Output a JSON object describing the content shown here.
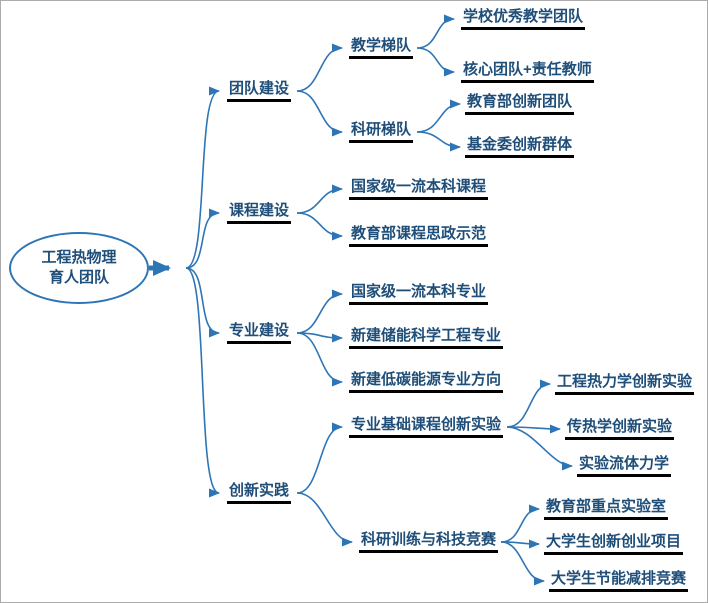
{
  "diagram": {
    "root": {
      "line1": "工程热物理",
      "line2": "育人团队"
    },
    "branches": [
      {
        "label": "团队建设",
        "children": [
          {
            "label": "教学梯队",
            "children": [
              {
                "label": "学校优秀教学团队"
              },
              {
                "label": "核心团队+责任教师"
              }
            ]
          },
          {
            "label": "科研梯队",
            "children": [
              {
                "label": "教育部创新团队"
              },
              {
                "label": "基金委创新群体"
              }
            ]
          }
        ]
      },
      {
        "label": "课程建设",
        "children": [
          {
            "label": "国家级一流本科课程"
          },
          {
            "label": "教育部课程思政示范"
          }
        ]
      },
      {
        "label": "专业建设",
        "children": [
          {
            "label": "国家级一流本科专业"
          },
          {
            "label": "新建储能科学工程专业"
          },
          {
            "label": "新建低碳能源专业方向"
          }
        ]
      },
      {
        "label": "创新实践",
        "children": [
          {
            "label": "专业基础课程创新实验",
            "children": [
              {
                "label": "工程热力学创新实验"
              },
              {
                "label": "传热学创新实验"
              },
              {
                "label": "实验流体力学"
              }
            ]
          },
          {
            "label": "科研训练与科技竞赛",
            "children": [
              {
                "label": "教育部重点实验室"
              },
              {
                "label": "大学生创新创业项目"
              },
              {
                "label": "大学生节能减排竞赛"
              }
            ]
          }
        ]
      }
    ],
    "colors": {
      "node_text": "#1F4E79",
      "connector": "#2E75B6",
      "underline": "#000000"
    }
  }
}
